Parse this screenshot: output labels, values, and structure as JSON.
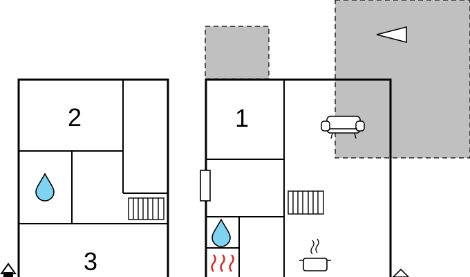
{
  "floorplan": {
    "rooms": [
      {
        "number": "2"
      },
      {
        "number": "3"
      },
      {
        "number": "1"
      }
    ],
    "icons": [
      "water-drop-icon",
      "stairs-icon",
      "sofa-icon",
      "cooking-pot-icon",
      "heater-icon",
      "direction-arrow-icon",
      "house-icon"
    ],
    "colors": {
      "wall": "#000000",
      "terrace": "#c0c0c0",
      "water": "#7fd3f0",
      "heater": "#e02020"
    }
  }
}
